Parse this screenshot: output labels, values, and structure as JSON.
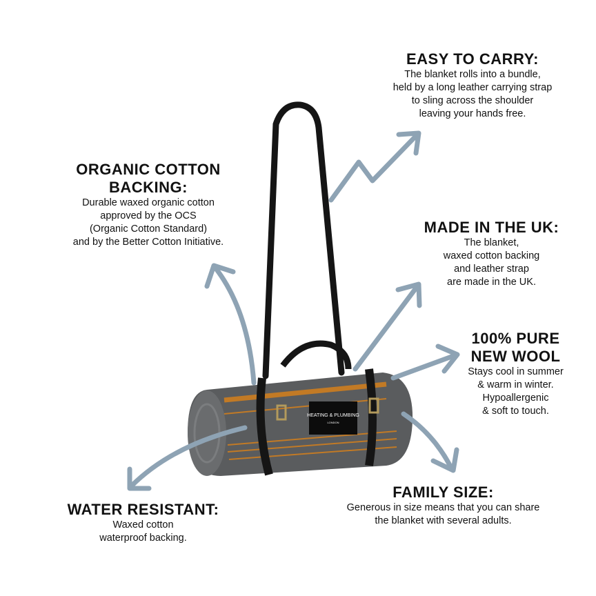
{
  "features": {
    "carry": {
      "title": "EASY TO CARRY:",
      "lines": [
        "The blanket rolls into a bundle,",
        "held by a long leather carrying strap",
        "to sling across the shoulder",
        "leaving your hands free."
      ]
    },
    "cotton": {
      "title_lines": [
        "ORGANIC COTTON",
        "BACKING:"
      ],
      "lines": [
        "Durable waxed organic cotton",
        "approved by the OCS",
        "(Organic Cotton Standard)",
        "and by the Better Cotton Initiative."
      ]
    },
    "uk": {
      "title": "MADE IN THE UK:",
      "lines": [
        "The blanket,",
        "waxed cotton backing",
        "and leather strap",
        "are made in the UK."
      ]
    },
    "wool": {
      "title_lines": [
        "100% PURE",
        "NEW WOOL"
      ],
      "lines": [
        "Stays cool in summer",
        "& warm in winter.",
        "Hypoallergenic",
        "& soft to touch."
      ]
    },
    "family": {
      "title": "FAMILY SIZE:",
      "lines": [
        "Generous in size means that you can share",
        "the blanket with several adults."
      ]
    },
    "water": {
      "title": "WATER RESISTANT:",
      "lines": [
        "Waxed cotton",
        "waterproof backing."
      ]
    }
  },
  "product": {
    "brand": "HEATING & PLUMBING",
    "sub": "LONDON"
  },
  "colors": {
    "arrow": "#8ea3b4",
    "wool": "#5a5c5e",
    "stripe": "#c27a25",
    "leather": "#151515"
  }
}
